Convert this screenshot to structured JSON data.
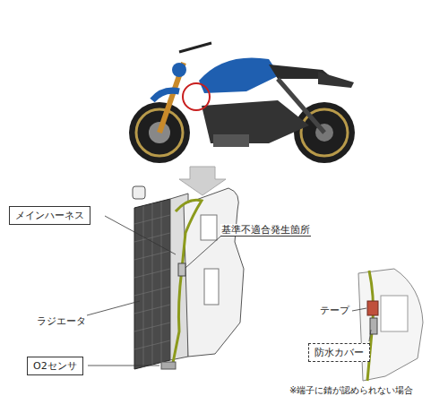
{
  "diagram": {
    "nodes": [
      {
        "text": [
          "メインハーネス"
        ]
      },
      {
        "text": [
          "O2センサ"
        ]
      },
      {
        "text": [
          "防水カバー"
        ]
      }
    ],
    "labels": [
      "基準不適合発生箇所",
      "ラジエータ",
      "テープ",
      "※端子に錆が認められない場合"
    ]
  }
}
